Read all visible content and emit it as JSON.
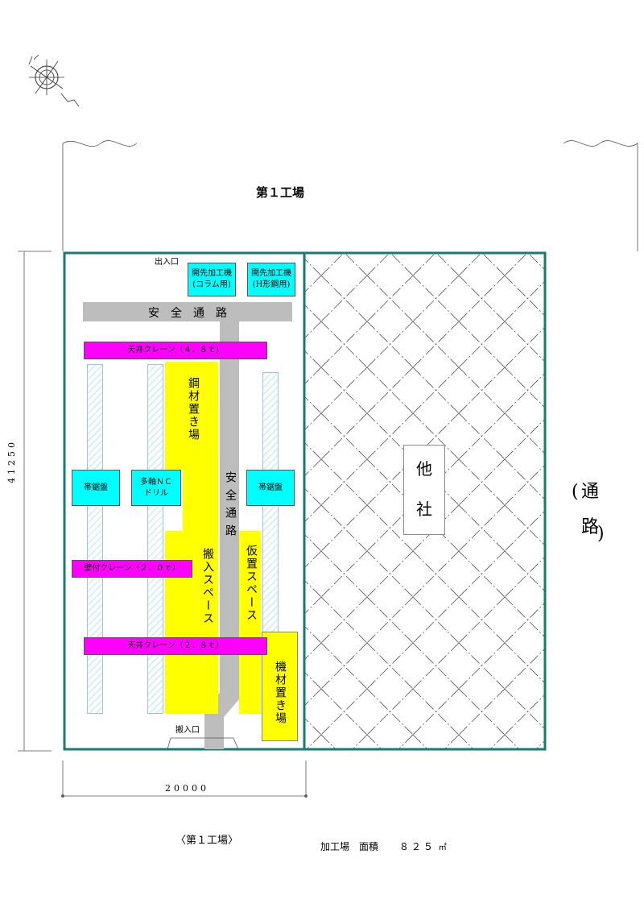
{
  "factory_top_label": "第１工場",
  "gate_top": "出入口",
  "gate_bottom": "搬入口",
  "machines": {
    "bevel_column": [
      "開先加工機",
      "(コラム用)"
    ],
    "bevel_h": [
      "開先加工機",
      "(H形鋼用)"
    ],
    "band_saw_left": "帯鋸盤",
    "drill": [
      "多軸ＮＣ",
      "ドリル"
    ],
    "band_saw_right": "帯鋸盤"
  },
  "safety_path_h": "安　全　通　路",
  "safety_path_v": "安全通路",
  "cranes": {
    "top": "天井クレーン（４．８ｔ）",
    "wall": "壁付クレーン（２．０ｔ）",
    "bottom": "天井クレーン（２．８ｔ）"
  },
  "areas": {
    "steel_storage": "鋼材置き場",
    "carry_in": "搬入スペース",
    "temp": "仮置スペース",
    "equipment": "機材置き場"
  },
  "other_company": [
    "他",
    "社"
  ],
  "road": [
    "通",
    "路"
  ],
  "dim_height": "41250",
  "dim_width": "20000",
  "caption": "〈第１工場〉",
  "area_label": "加工場　面積",
  "area_value": "８２５",
  "area_unit": "㎡",
  "colors": {
    "frame": "#1a7a72",
    "cyan": "#00ffff",
    "magenta": "#ff00ff",
    "yellow": "#ffff00",
    "path": "#bdbdbd"
  }
}
